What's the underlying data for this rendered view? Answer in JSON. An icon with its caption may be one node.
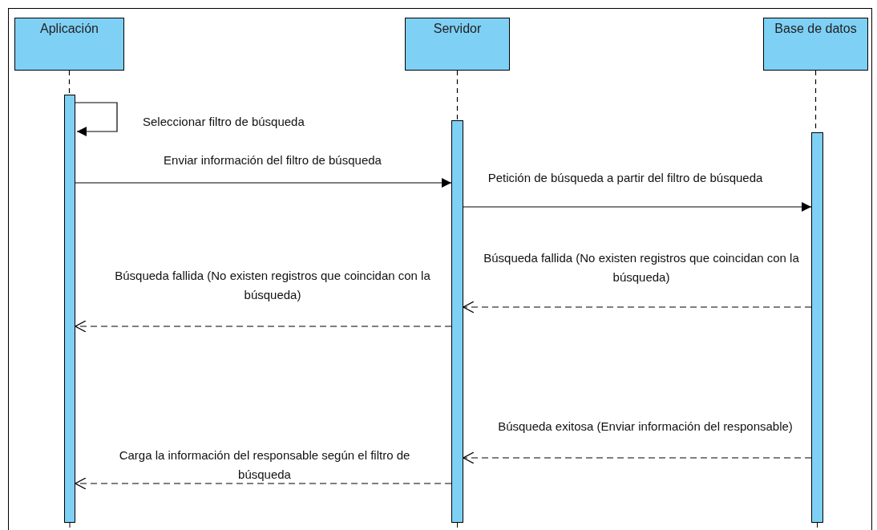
{
  "diagram": {
    "nodes": [
      {
        "text": [
          "Aplicación"
        ]
      },
      {
        "text": [
          "Servidor"
        ]
      },
      {
        "text": [
          "Base de datos"
        ]
      },
      {
        "text": [],
        "shape": "bar"
      },
      {
        "text": [],
        "shape": "bar"
      },
      {
        "text": [],
        "shape": "bar"
      }
    ],
    "edges": [
      {
        "from": 0,
        "to": 3,
        "arrow": "none",
        "style": "dashed"
      },
      {
        "from": 1,
        "to": 4,
        "arrow": "none",
        "style": "dashed"
      },
      {
        "from": 2,
        "to": 5,
        "arrow": "none",
        "style": "dashed"
      },
      {
        "from": 3,
        "to": 3,
        "arrow": "to",
        "label": "Seleccionar filtro de búsqueda"
      },
      {
        "from": 3,
        "to": 4,
        "arrow": "to",
        "label": "Enviar información del filtro de búsqueda"
      },
      {
        "from": 4,
        "to": 5,
        "arrow": "to",
        "label": "Petición de búsqueda a partir del filtro de búsqueda"
      },
      {
        "from": 5,
        "to": 4,
        "arrow": "to",
        "style": "dashed",
        "label": "Búsqueda fallida (No existen registros que coincidan con la búsqueda)"
      },
      {
        "from": 4,
        "to": 3,
        "arrow": "to",
        "style": "dashed",
        "label": "Búsqueda fallida (No existen registros que coincidan con la búsqueda)"
      },
      {
        "from": 5,
        "to": 4,
        "arrow": "to",
        "style": "dashed",
        "label": "Búsqueda exitosa (Enviar información del responsable)"
      },
      {
        "from": 4,
        "to": 3,
        "arrow": "to",
        "style": "dashed",
        "label": "Carga la información del responsable según el filtro de búsqueda"
      }
    ]
  }
}
